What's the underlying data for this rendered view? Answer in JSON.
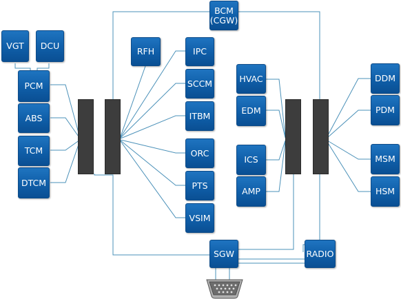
{
  "accent_color": "#0f5ea8",
  "bus_color": "#3d3d3d",
  "line_color": "#4a90b8",
  "nodes": {
    "vgt": "VGT",
    "dcu": "DCU",
    "pcm": "PCM",
    "abs": "ABS",
    "tcm": "TCM",
    "dtcm": "DTCM",
    "rfh": "RFH",
    "ipc": "IPC",
    "sccm": "SCCM",
    "itbm": "ITBM",
    "orc": "ORC",
    "pts": "PTS",
    "vsim": "VSIM",
    "bcm": "BCM\n(CGW)",
    "hvac": "HVAC",
    "edm": "EDM",
    "ics": "ICS",
    "amp": "AMP",
    "ddm": "DDM",
    "pdm": "PDM",
    "msm": "MSM",
    "hsm": "HSM",
    "sgw": "SGW",
    "radio": "RADIO"
  },
  "connector_icon": "obd-diagnostic-connector-icon"
}
